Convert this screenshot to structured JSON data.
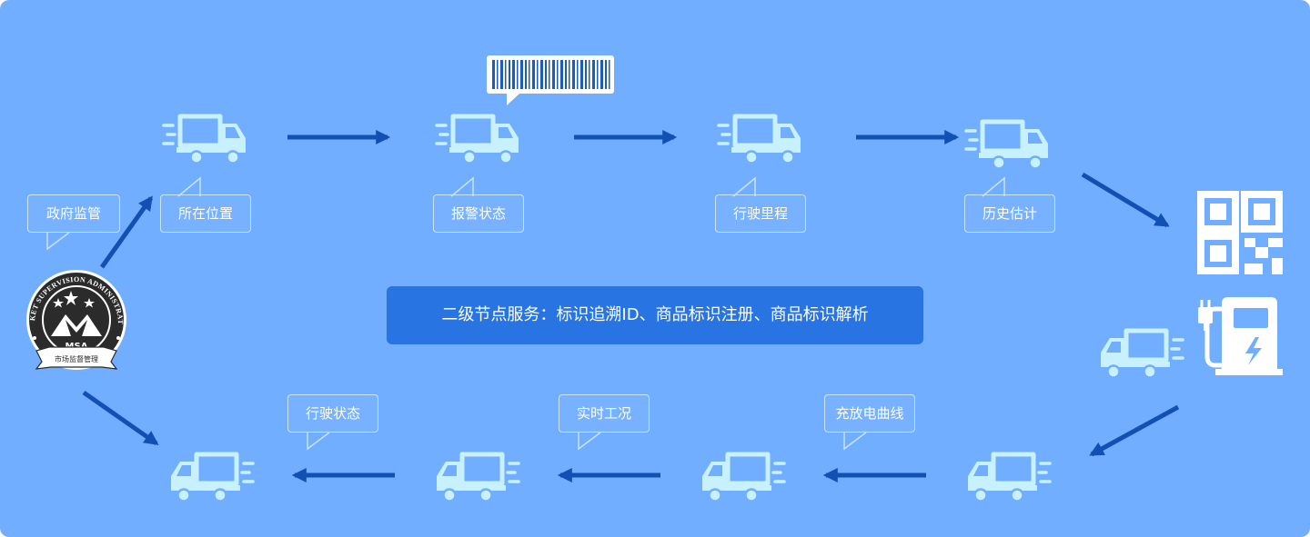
{
  "labels": {
    "gov": "政府监管",
    "location": "所在位置",
    "alarm": "报警状态",
    "mileage": "行驶里程",
    "estimate": "历史估计",
    "driving_status": "行驶状态",
    "realtime": "实时工况",
    "charging": "充放电曲线"
  },
  "service_bar": "二级节点服务：标识追溯ID、商品标识注册、商品标识解析",
  "seal": {
    "ring_text": "MARKET SUPERVISION ADMINISTRATION",
    "center_text": "MSA",
    "ribbon_text": "市场监督管理"
  },
  "colors": {
    "background": "#72aeff",
    "icon": "#c8f1ff",
    "arrow": "#1350b4",
    "service_bar": "#2874e3",
    "bubble_border": "#c8e4ff"
  }
}
